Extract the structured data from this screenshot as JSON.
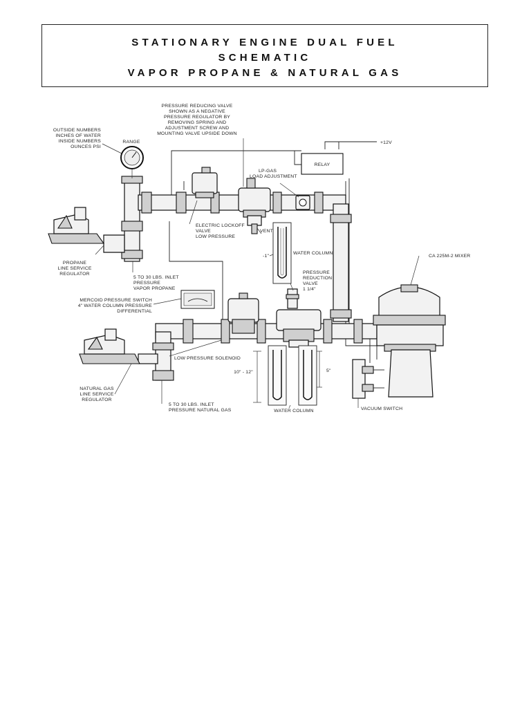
{
  "title": {
    "line1": "STATIONARY ENGINE DUAL FUEL",
    "line2": "SCHEMATIC",
    "line3": "VAPOR PROPANE & NATURAL GAS"
  },
  "labels": {
    "prv_1": "PRESSURE REDUCING VALVE",
    "prv_2": "SHOWN AS A NEGATIVE",
    "prv_3": "PRESSURE REGULATOR BY",
    "prv_4": "REMOVING SPRING AND",
    "prv_5": "ADJUSTMENT SCREW AND",
    "prv_6": "MOUNTING VALVE UPSIDE DOWN",
    "gauge_1": "OUTSIDE NUMBERS",
    "gauge_2": "INCHES OF WATER",
    "gauge_3": "INSIDE NUMBERS",
    "gauge_4": "OUNCES PSI",
    "range": "RANGE",
    "v12": "+12V",
    "relay": "RELAY",
    "lpgas_1": "LP-GAS",
    "lpgas_2": "LOAD ADJUSTMENT",
    "lockoff_1": "ELECTRIC LOCKOFF",
    "lockoff_2": "VALVE",
    "lockoff_3": "LOW PRESSURE",
    "vent": "VENT",
    "water_column_top": "WATER COLUMN",
    "minus1": "-1\"",
    "propane_reg_1": "PROPANE",
    "propane_reg_2": "LINE SERVICE",
    "propane_reg_3": "REGULATOR",
    "propane_inlet_1": "5 TO 30 LBS. INLET",
    "propane_inlet_2": "PRESSURE",
    "propane_inlet_3": "VAPOR PROPANE",
    "mixer": "CA 225M-2 MIXER",
    "prv2_1": "PRESSURE",
    "prv2_2": "REDUCTION",
    "prv2_3": "VALVE",
    "prv2_4": "1 1/4\"",
    "mercoid_1": "MERCOID PRESSURE SWITCH",
    "mercoid_2": "4\" WATER COLUMN PRESSURE",
    "mercoid_3": "DIFFERENTIAL",
    "solenoid": "LOW PRESSURE SOLENOID",
    "height_a": "10\" - 12\"",
    "height_b": "5\"",
    "ng_reg_1": "NATURAL GAS",
    "ng_reg_2": "LINE SERVICE",
    "ng_reg_3": "REGULATOR",
    "ng_inlet_1": "5 TO 30 LBS. INLET",
    "ng_inlet_2": "PRESSURE NATURAL GAS",
    "water_column_bottom": "WATER COLUMN",
    "vacuum": "VACUUM SWITCH"
  }
}
